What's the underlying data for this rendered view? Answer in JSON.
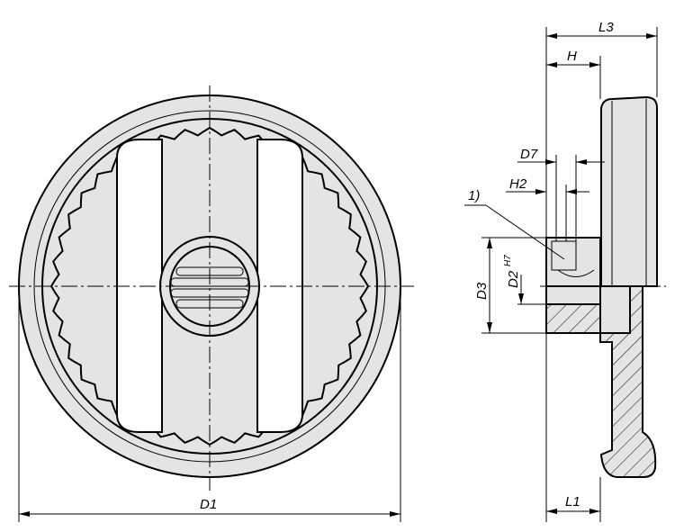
{
  "drawing": {
    "title": "Two-spoke handwheel",
    "colors": {
      "part_fill": "#e4e4e4",
      "line": "#000000"
    },
    "front_view": {
      "dimension_label": "D1"
    },
    "side_view": {
      "labels": {
        "L3": "L3",
        "H": "H",
        "D7": "D7",
        "H2": "H2",
        "note": "1)",
        "D3": "D3",
        "D2": "D2",
        "D2_tolerance": "H7",
        "L1": "L1"
      }
    }
  }
}
